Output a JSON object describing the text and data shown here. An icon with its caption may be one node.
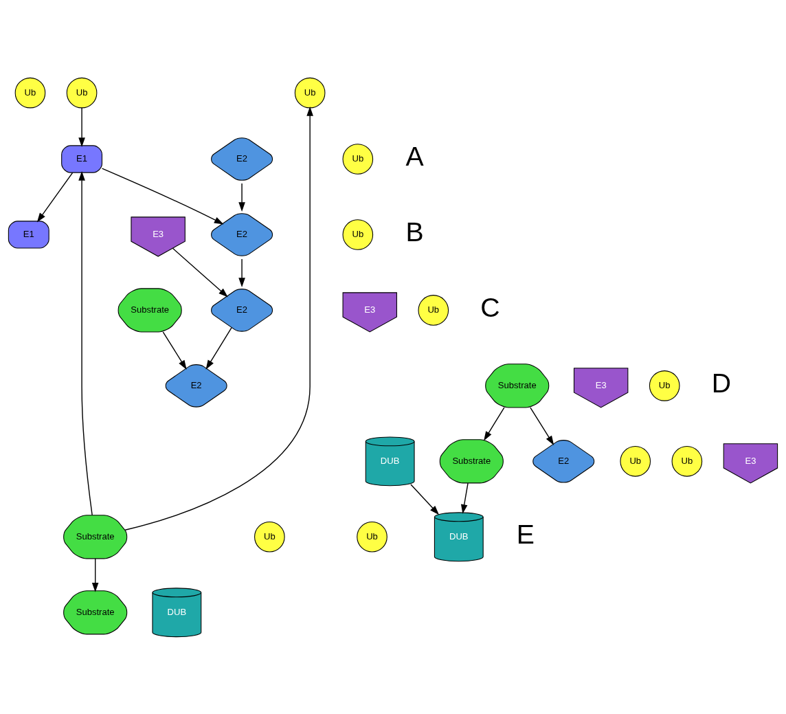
{
  "diagram": {
    "nodes": [
      {
        "text": [
          "Ub"
        ]
      },
      {
        "text": [
          "Ub"
        ]
      },
      {
        "text": [
          "Ub"
        ]
      },
      {
        "text": [
          "E1"
        ]
      },
      {
        "text": [
          "Ub"
        ]
      },
      {
        "text": [
          "E2"
        ]
      },
      {
        "text": [
          "E1"
        ]
      },
      {
        "text": [
          "Substrate"
        ]
      },
      {
        "text": [
          "Ub"
        ]
      },
      {
        "text": [
          "Ub"
        ]
      },
      {
        "text": [
          "DUB"
        ]
      },
      {
        "text": [
          "Substrate"
        ]
      },
      {
        "text": [
          "DUB"
        ]
      },
      {
        "text": [
          "E2"
        ]
      },
      {
        "text": [
          "Ub"
        ]
      },
      {
        "text": [
          "E3"
        ]
      },
      {
        "text": [
          "E3"
        ]
      },
      {
        "text": [
          "E2"
        ]
      },
      {
        "text": [
          "Ub"
        ]
      },
      {
        "text": [
          "DUB"
        ]
      },
      {
        "text": [
          "Substrate"
        ]
      },
      {
        "text": [
          "Ub"
        ]
      },
      {
        "text": [
          "Ub"
        ]
      },
      {
        "text": [
          "E2"
        ]
      },
      {
        "text": [
          "E3"
        ]
      },
      {
        "text": [
          "E3"
        ]
      },
      {
        "text": [
          "E2"
        ]
      },
      {
        "text": [
          "Substrate"
        ]
      },
      {
        "text": [
          "Ub"
        ]
      },
      {
        "text": [
          "Substrate"
        ]
      }
    ],
    "edges": [
      {
        "from": 1,
        "to": 3,
        "arrow": "to"
      },
      {
        "from": 7,
        "to": 3,
        "arrow": "to"
      },
      {
        "from": 7,
        "to": 2,
        "arrow": "to"
      },
      {
        "from": 7,
        "to": 11,
        "arrow": "to"
      },
      {
        "from": 3,
        "to": 6,
        "arrow": "to"
      },
      {
        "from": 3,
        "to": 13,
        "arrow": "to"
      },
      {
        "from": 5,
        "to": 13,
        "arrow": "to"
      },
      {
        "from": 13,
        "to": 17,
        "arrow": "to"
      },
      {
        "from": 15,
        "to": 17,
        "arrow": "to"
      },
      {
        "from": 17,
        "to": 26,
        "arrow": "to"
      },
      {
        "from": 29,
        "to": 26,
        "arrow": "to"
      },
      {
        "from": 27,
        "to": 20,
        "arrow": "to"
      },
      {
        "from": 27,
        "to": 23,
        "arrow": "to"
      },
      {
        "from": 20,
        "to": 10,
        "arrow": "to"
      },
      {
        "from": 19,
        "to": 10,
        "arrow": "to"
      }
    ],
    "labels": [
      "A",
      "B",
      "C",
      "D",
      "E"
    ]
  }
}
